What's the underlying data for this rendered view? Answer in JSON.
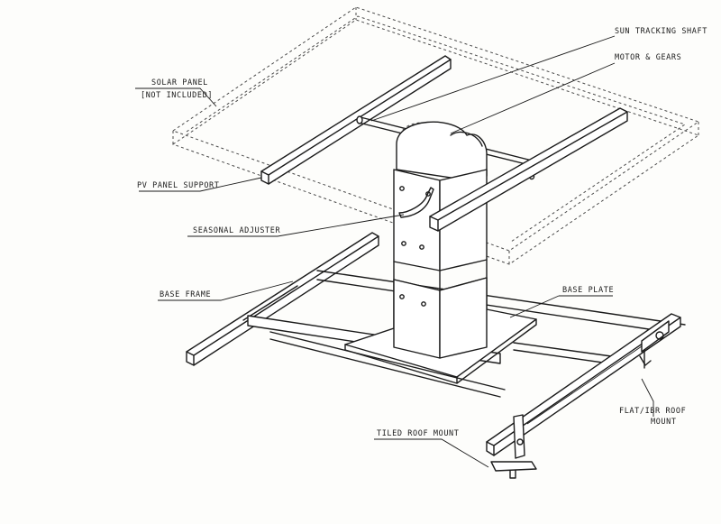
{
  "labels": {
    "sun_tracking_shaft": "SUN TRACKING SHAFT",
    "motor_gears": "MOTOR & GEARS",
    "solar_panel_line1": "SOLAR PANEL",
    "solar_panel_line2": "[NOT INCLUDED]",
    "pv_panel_support": "PV PANEL SUPPORT",
    "seasonal_adjuster": "SEASONAL ADJUSTER",
    "base_frame": "BASE FRAME",
    "base_plate": "BASE PLATE",
    "flat_ibr_roof_mount_line1": "FLAT/IBR ROOF",
    "flat_ibr_roof_mount_line2": "MOUNT",
    "tiled_roof_mount": "TILED ROOF MOUNT"
  }
}
